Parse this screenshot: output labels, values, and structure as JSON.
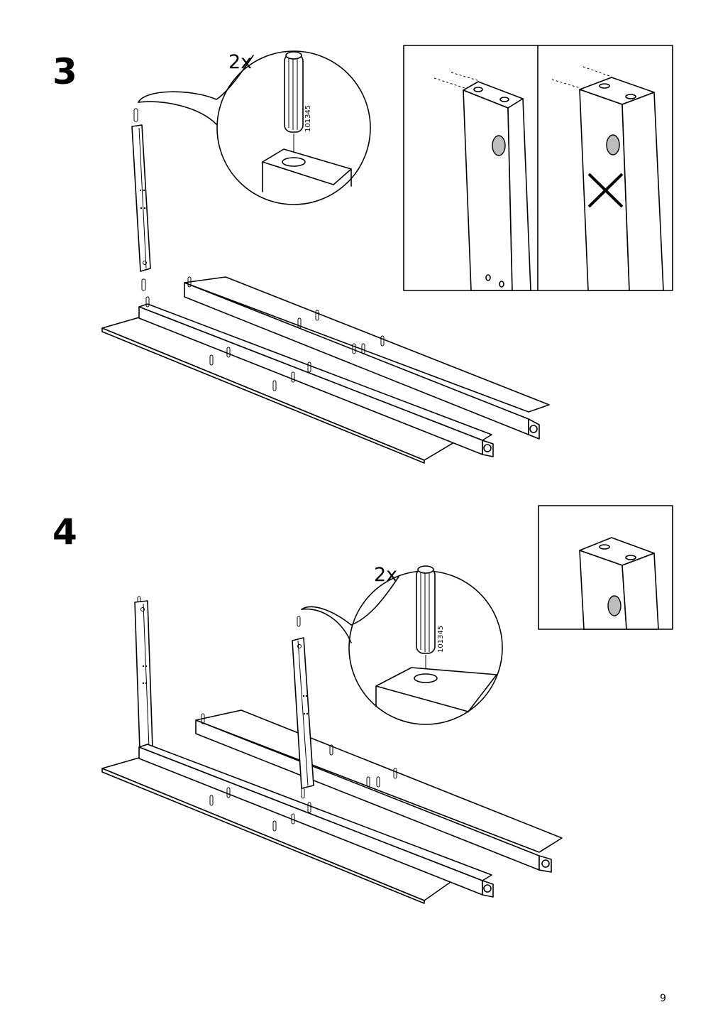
{
  "steps": [
    {
      "number": "3",
      "detail": {
        "quantity": "2x",
        "part_number": "101345"
      }
    },
    {
      "number": "4",
      "detail": {
        "quantity": "2x",
        "part_number": "101345"
      }
    }
  ],
  "page_number": "9",
  "colors": {
    "line": "#000000",
    "hole_fill": "#bdbdbd",
    "background": "#ffffff"
  }
}
